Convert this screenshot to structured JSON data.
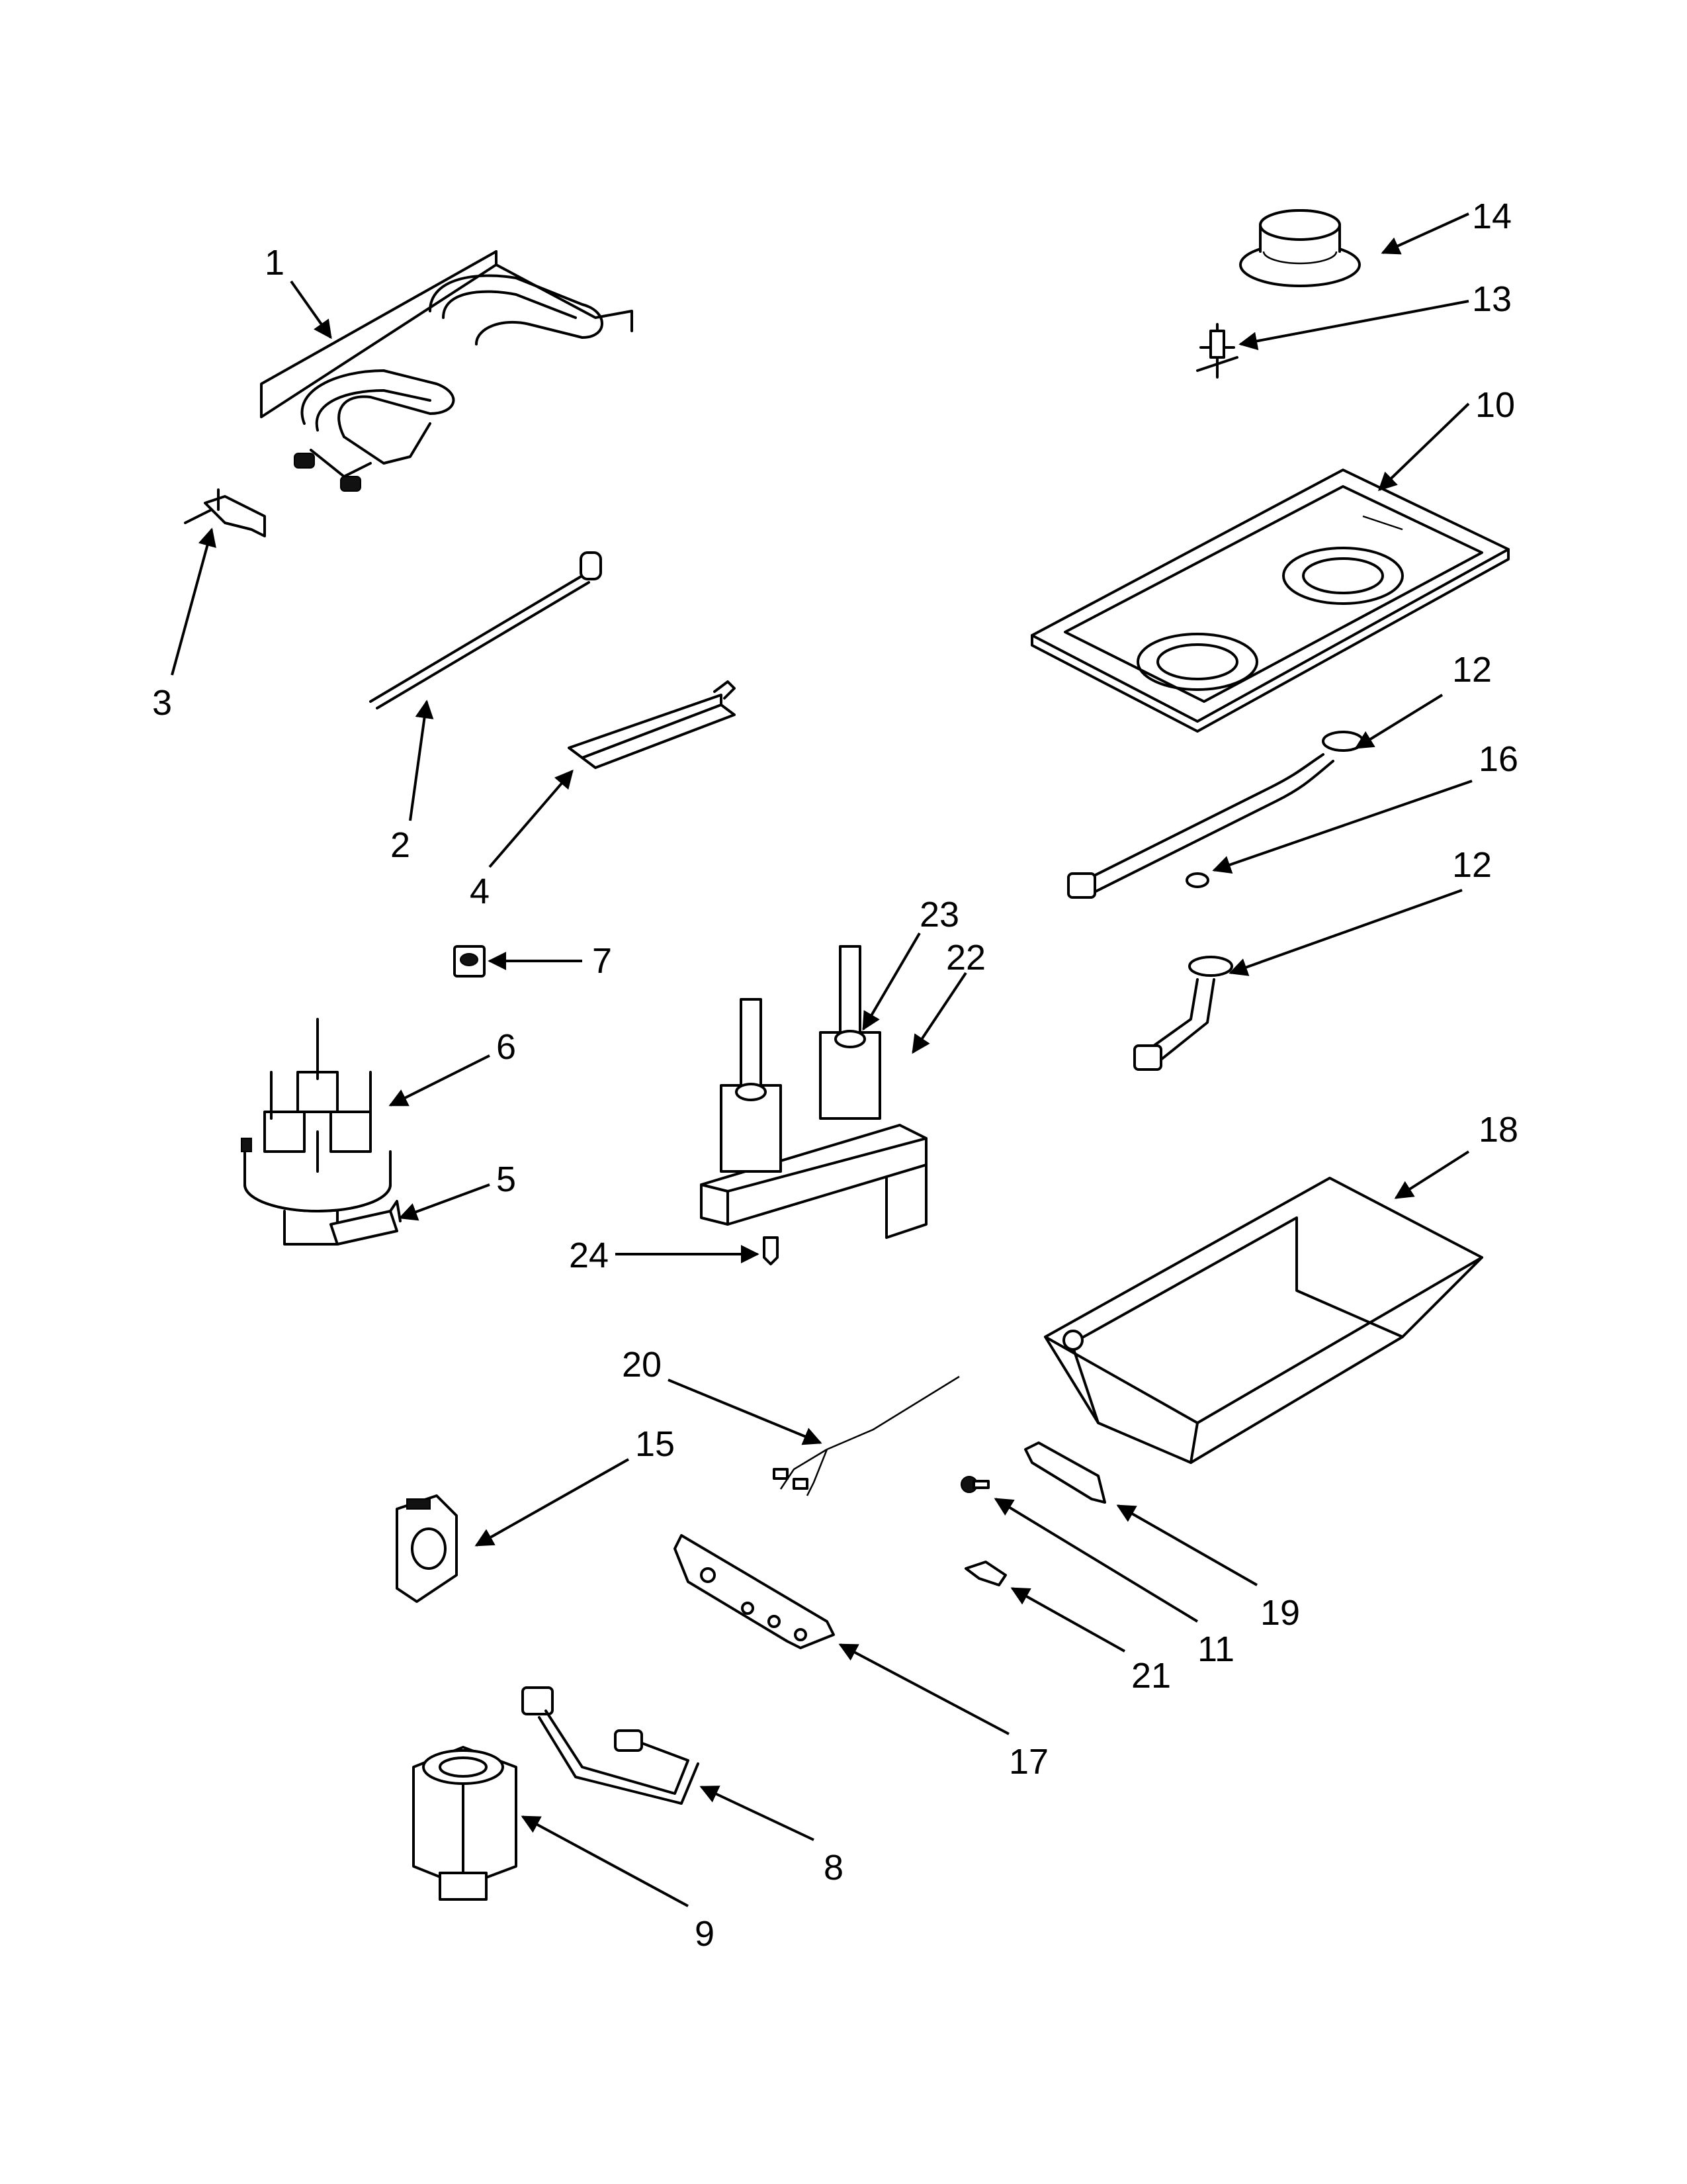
{
  "parts": [
    {
      "id": "1",
      "label": "1"
    },
    {
      "id": "2",
      "label": "2"
    },
    {
      "id": "3",
      "label": "3"
    },
    {
      "id": "4",
      "label": "4"
    },
    {
      "id": "5",
      "label": "5"
    },
    {
      "id": "6",
      "label": "6"
    },
    {
      "id": "7",
      "label": "7"
    },
    {
      "id": "8",
      "label": "8"
    },
    {
      "id": "9",
      "label": "9"
    },
    {
      "id": "10",
      "label": "10"
    },
    {
      "id": "11",
      "label": "11"
    },
    {
      "id": "12a",
      "label": "12"
    },
    {
      "id": "12b",
      "label": "12"
    },
    {
      "id": "13",
      "label": "13"
    },
    {
      "id": "14",
      "label": "14"
    },
    {
      "id": "15",
      "label": "15"
    },
    {
      "id": "16",
      "label": "16"
    },
    {
      "id": "17",
      "label": "17"
    },
    {
      "id": "18",
      "label": "18"
    },
    {
      "id": "19",
      "label": "19"
    },
    {
      "id": "20",
      "label": "20"
    },
    {
      "id": "21",
      "label": "21"
    },
    {
      "id": "22",
      "label": "22"
    },
    {
      "id": "23",
      "label": "23"
    },
    {
      "id": "24",
      "label": "24"
    }
  ]
}
